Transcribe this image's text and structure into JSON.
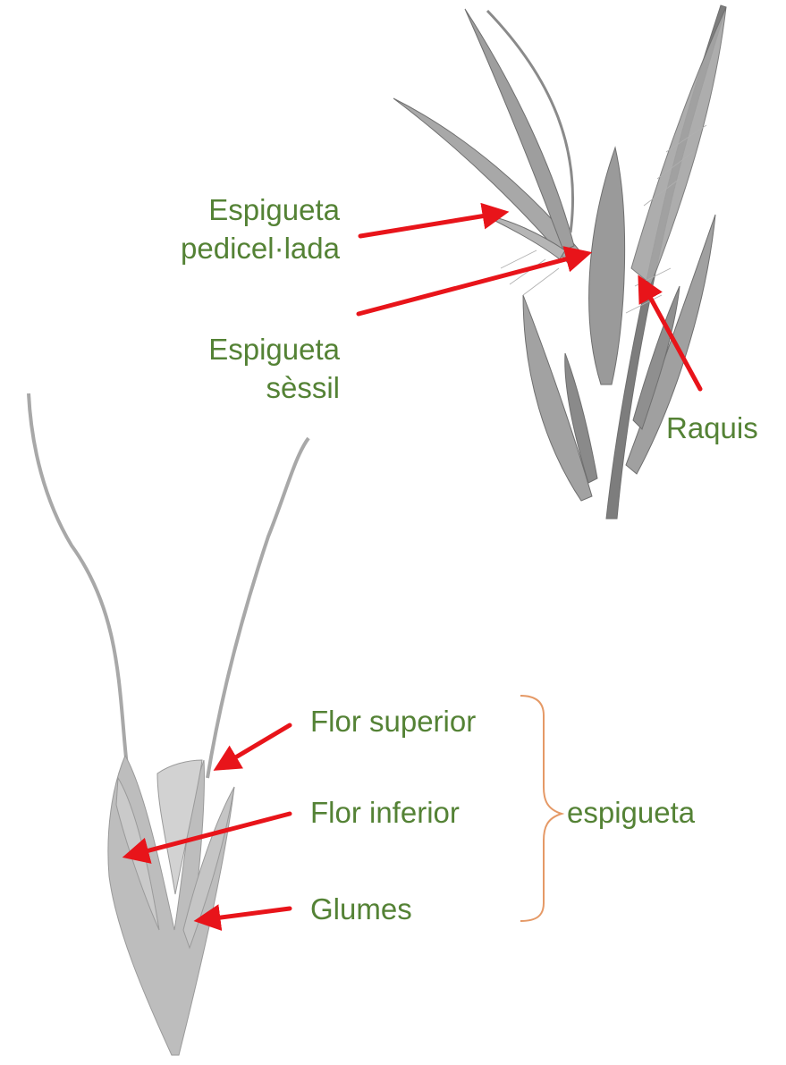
{
  "colors": {
    "label": "#548235",
    "arrow": "#e8141a",
    "brace": "#e59966",
    "plant": "#8c8c8c",
    "plant_dark": "#6f6f6f"
  },
  "labels": {
    "espigueta_pedicellada_1": "Espigueta",
    "espigueta_pedicellada_2": "pedicel·lada",
    "espigueta_sessil_1": "Espigueta",
    "espigueta_sessil_2": "sèssil",
    "raquis": "Raquis",
    "flor_superior": "Flor superior",
    "flor_inferior": "Flor inferior",
    "glumes": "Glumes",
    "espigueta": "espigueta"
  }
}
